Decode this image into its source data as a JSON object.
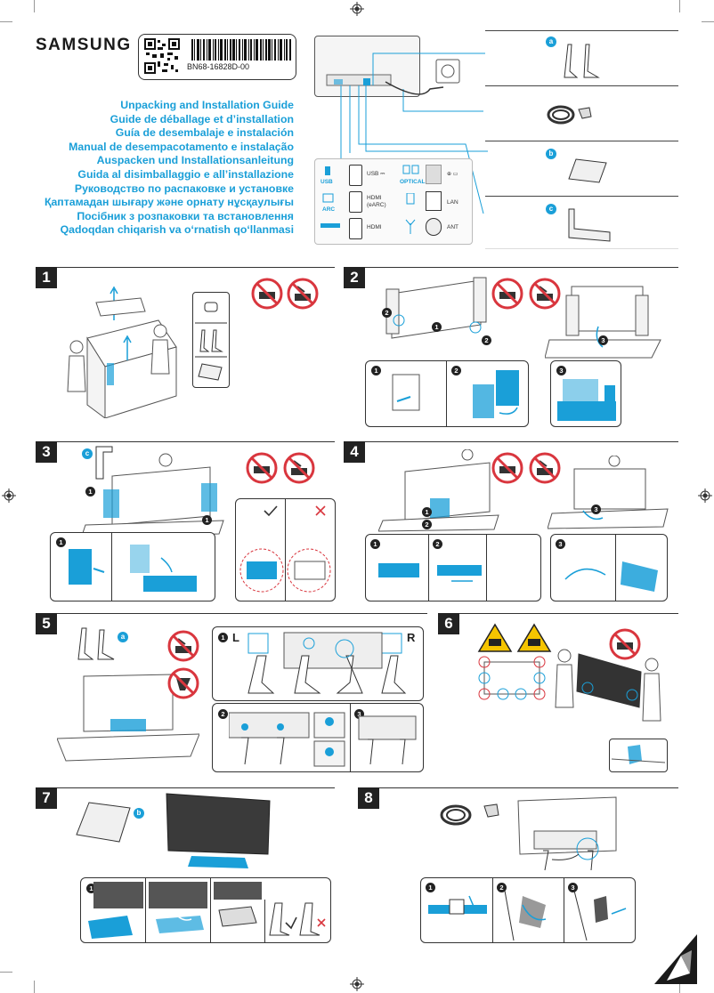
{
  "brand": "SAMSUNG",
  "part_number": "BN68-16828D-00",
  "guide_titles": [
    "Unpacking and Installation Guide",
    "Guide de déballage et d’installation",
    "Guía de desembalaje e instalación",
    "Manual de desempacotamento e instalação",
    "Auspacken und Installationsanleitung",
    "Guida al disimballaggio e all’installazione",
    "Руководство по распаковке и установке",
    "Қаптамадан шығару және орнату нұсқаулығы",
    "Посібник з розпаковки та встановлення",
    "Qadoqdan chiqarish va o‘rnatish qo‘llanmasi"
  ],
  "ports": {
    "usb": "USB",
    "usb_power": "USB ⎓",
    "optical": "OPTICAL",
    "arc": "ARC",
    "hdmi_earc": "HDMI (eARC)",
    "lan": "LAN",
    "hdmi": "HDMI",
    "ant": "ANT"
  },
  "accessory_letters": [
    "a",
    "b",
    "c"
  ],
  "steps": [
    "1",
    "2",
    "3",
    "4",
    "5",
    "6",
    "7",
    "8"
  ],
  "sub_steps": [
    "1",
    "2",
    "3"
  ],
  "side_left": "L",
  "side_right": "R",
  "colors": {
    "accent": "#1a9fd8",
    "warning": "#f5c400",
    "prohibit": "#d9363e",
    "step_box": "#222222"
  },
  "icons": [
    "qr-code-icon",
    "barcode-icon",
    "no-sharp-tool-icon",
    "no-lay-flat-icon",
    "warning-triangle-icon",
    "check-icon",
    "cross-icon",
    "registration-mark-icon"
  ]
}
